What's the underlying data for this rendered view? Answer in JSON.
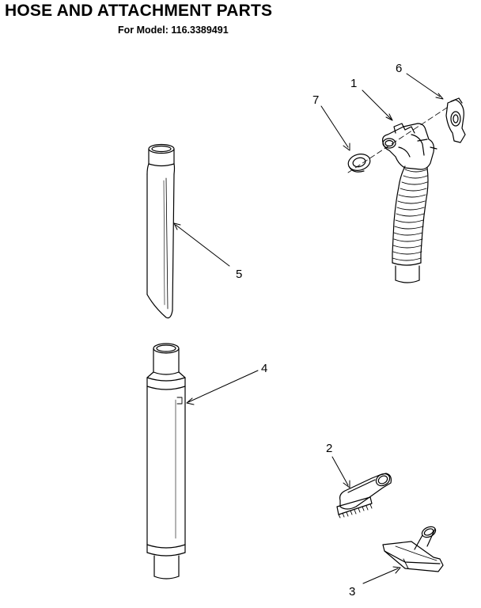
{
  "header": {
    "title": "HOSE AND ATTACHMENT PARTS",
    "model_line": "For Model: 116.3389491"
  },
  "callouts": {
    "p1": "1",
    "p2": "2",
    "p3": "3",
    "p4": "4",
    "p5": "5",
    "p6": "6",
    "p7": "7"
  },
  "parts_drawn": [
    "hose",
    "dusting-brush",
    "upholstery-nozzle",
    "wand-lower",
    "wand-upper-crevice",
    "hose-clip",
    "hose-washer"
  ],
  "colors": {
    "line": "#000000",
    "background": "#ffffff"
  }
}
